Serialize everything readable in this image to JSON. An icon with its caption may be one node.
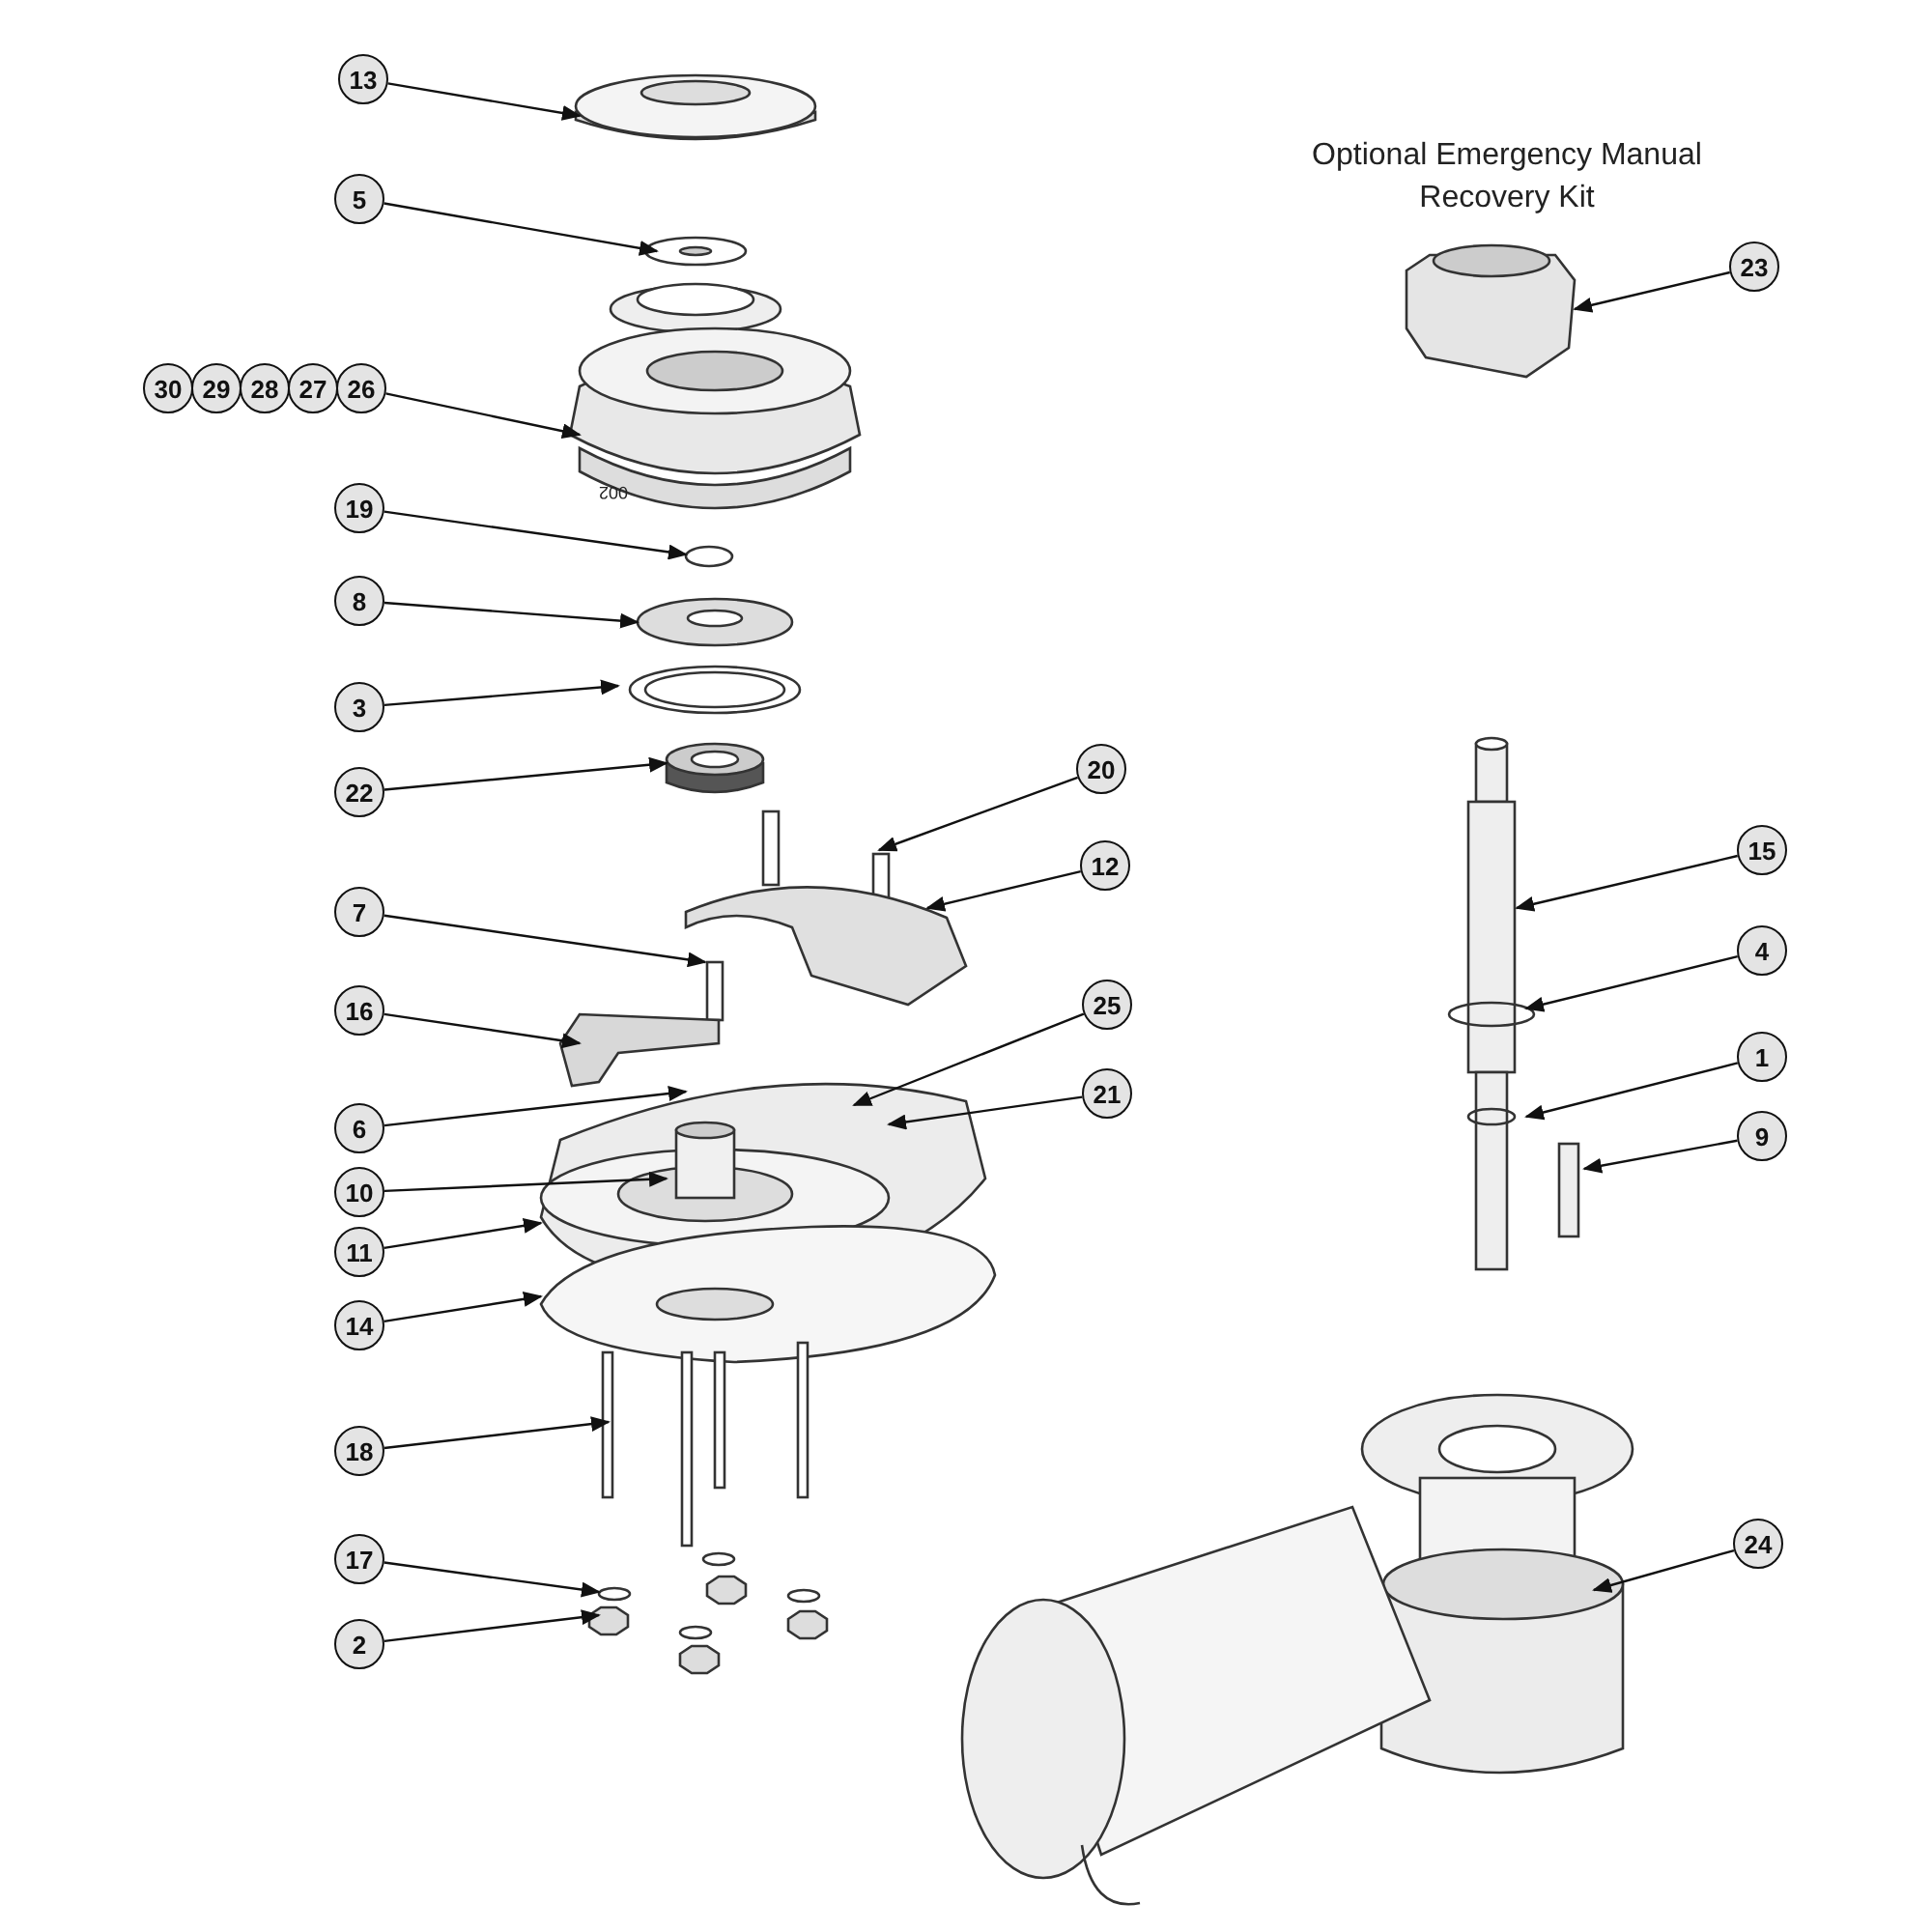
{
  "diagram": {
    "nodes": [
      {
        "text": [
          "13"
        ]
      },
      {
        "text": [
          "23"
        ]
      },
      {
        "text": [
          "5"
        ]
      },
      {
        "text": [
          "30"
        ]
      },
      {
        "text": [
          "29"
        ]
      },
      {
        "text": [
          "28"
        ]
      },
      {
        "text": [
          "27"
        ]
      },
      {
        "text": [
          "26"
        ]
      },
      {
        "text": [
          "19"
        ]
      },
      {
        "text": [
          "8"
        ]
      },
      {
        "text": [
          "3"
        ]
      },
      {
        "text": [
          "22"
        ]
      },
      {
        "text": [
          "20"
        ]
      },
      {
        "text": [
          "15"
        ]
      },
      {
        "text": [
          "12"
        ]
      },
      {
        "text": [
          "7"
        ]
      },
      {
        "text": [
          "4"
        ]
      },
      {
        "text": [
          "16"
        ]
      },
      {
        "text": [
          "25"
        ]
      },
      {
        "text": [
          "1"
        ]
      },
      {
        "text": [
          "21"
        ]
      },
      {
        "text": [
          "6"
        ]
      },
      {
        "text": [
          "9"
        ]
      },
      {
        "text": [
          "10"
        ]
      },
      {
        "text": [
          "11"
        ]
      },
      {
        "text": [
          "14"
        ]
      },
      {
        "text": [
          "18"
        ]
      },
      {
        "text": [
          "24"
        ]
      },
      {
        "text": [
          "17"
        ]
      },
      {
        "text": [
          "2"
        ]
      }
    ],
    "edges": [
      {
        "from": 0,
        "to": null,
        "arrow": "to"
      },
      {
        "from": 1,
        "to": null,
        "arrow": "to"
      },
      {
        "from": 2,
        "to": null,
        "arrow": "to"
      },
      {
        "from": 7,
        "to": null,
        "arrow": "to"
      },
      {
        "from": 8,
        "to": null,
        "arrow": "to"
      },
      {
        "from": 9,
        "to": null,
        "arrow": "to"
      },
      {
        "from": 10,
        "to": null,
        "arrow": "to"
      },
      {
        "from": 11,
        "to": null,
        "arrow": "to"
      },
      {
        "from": 12,
        "to": null,
        "arrow": "to"
      },
      {
        "from": 13,
        "to": null,
        "arrow": "to"
      },
      {
        "from": 14,
        "to": null,
        "arrow": "to"
      },
      {
        "from": 15,
        "to": null,
        "arrow": "to"
      },
      {
        "from": 16,
        "to": null,
        "arrow": "to"
      },
      {
        "from": 17,
        "to": null,
        "arrow": "to"
      },
      {
        "from": 18,
        "to": null,
        "arrow": "to"
      },
      {
        "from": 19,
        "to": null,
        "arrow": "to"
      },
      {
        "from": 20,
        "to": null,
        "arrow": "to"
      },
      {
        "from": 21,
        "to": null,
        "arrow": "to"
      },
      {
        "from": 22,
        "to": null,
        "arrow": "to"
      },
      {
        "from": 23,
        "to": null,
        "arrow": "to"
      },
      {
        "from": 24,
        "to": null,
        "arrow": "to"
      },
      {
        "from": 25,
        "to": null,
        "arrow": "to"
      },
      {
        "from": 26,
        "to": null,
        "arrow": "to"
      },
      {
        "from": 27,
        "to": null,
        "arrow": "to"
      },
      {
        "from": 28,
        "to": null,
        "arrow": "to"
      },
      {
        "from": 29,
        "to": null,
        "arrow": "to"
      }
    ],
    "labels": [
      "Optional Emergency Manual Recovery Kit",
      "002"
    ]
  }
}
